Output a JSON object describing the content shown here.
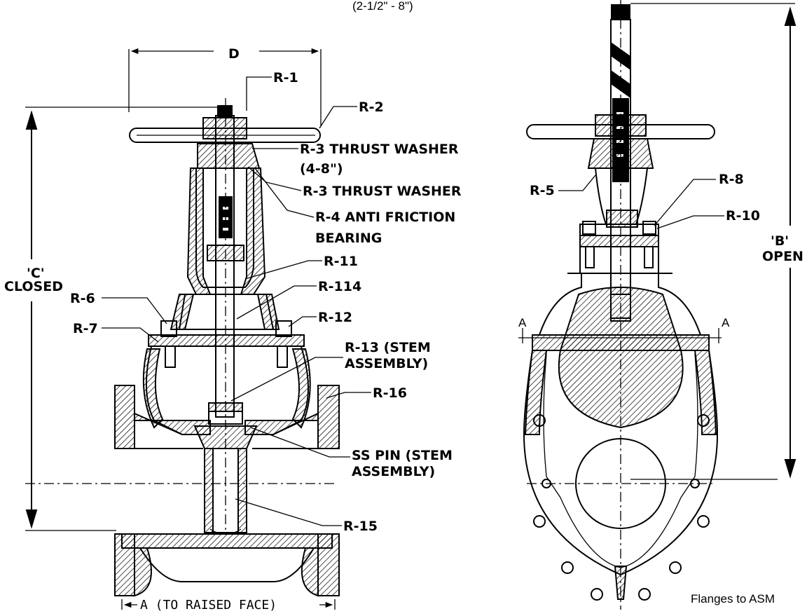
{
  "header": {
    "size_range": "(2-1/2\" - 8\")"
  },
  "left_view": {
    "dims": {
      "d": "D",
      "c_line1": "'C'",
      "c_line2": "CLOSED",
      "a": "A (TO RAISED FACE)"
    },
    "labels": {
      "r1": "R-1",
      "r2": "R-2",
      "r3a_line1": "R-3 THRUST WASHER",
      "r3a_line2": "(4-8\")",
      "r3b": "R-3 THRUST WASHER",
      "r4_line1": "R-4 ANTI FRICTION",
      "r4_line2": "BEARING",
      "r11": "R-11",
      "r114": "R-114",
      "r6": "R-6",
      "r7": "R-7",
      "r12": "R-12",
      "r13_line1": "R-13 (STEM",
      "r13_line2": "ASSEMBLY)",
      "r16": "R-16",
      "sspin_line1": "SS PIN (STEM",
      "sspin_line2": "ASSEMBLY)",
      "r15": "R-15"
    }
  },
  "right_view": {
    "labels": {
      "r5": "R-5",
      "r8": "R-8",
      "r10": "R-10",
      "section_a_left": "A",
      "section_a_right": "A"
    },
    "dims": {
      "b_line1": "'B'",
      "b_line2": "OPEN"
    }
  },
  "footer": {
    "note": "Flanges to ASM"
  }
}
